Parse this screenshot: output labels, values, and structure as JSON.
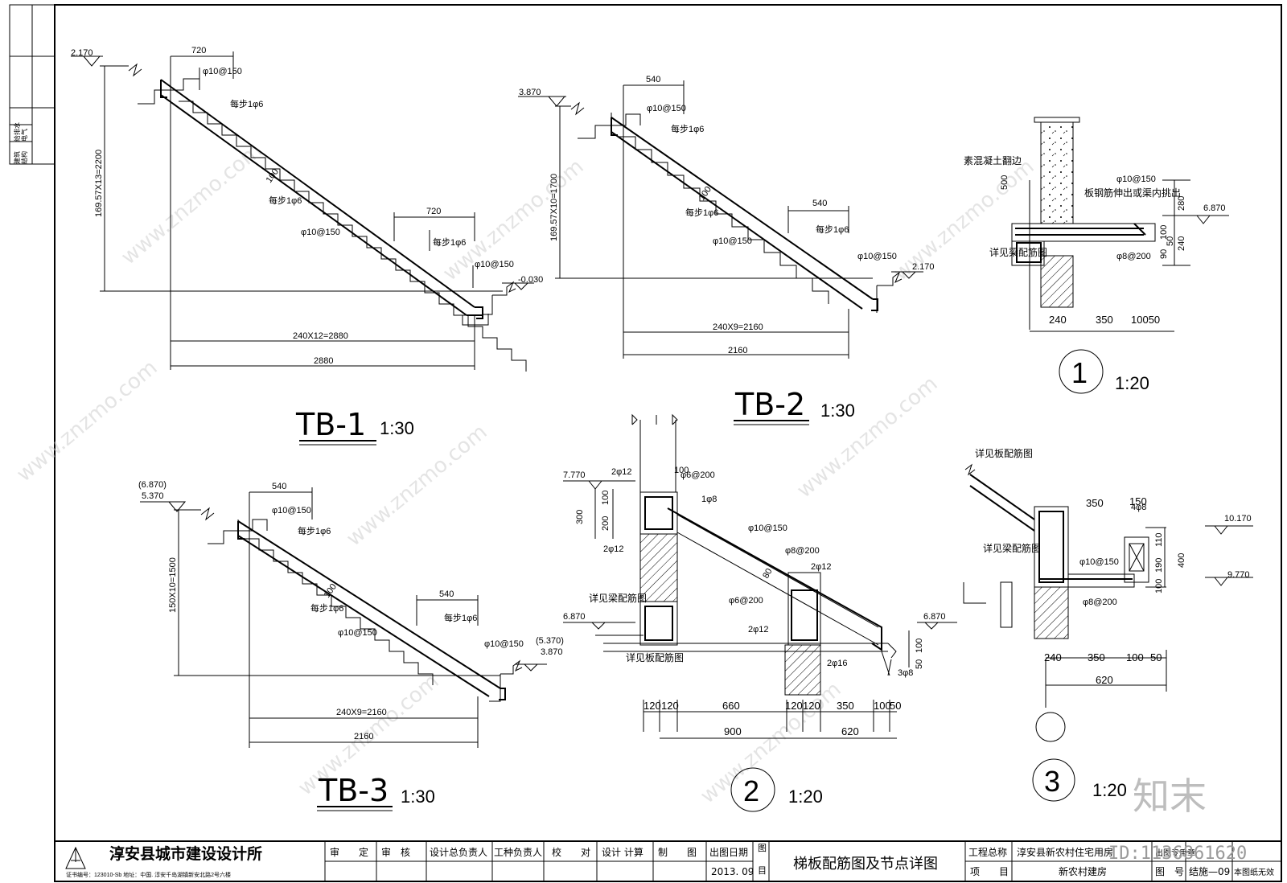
{
  "sidebar": {
    "cells": [
      "建筑",
      "结构",
      "给排水",
      "电气"
    ]
  },
  "tb1": {
    "title": "TB-1",
    "scale": "1:30",
    "top_level": "2.170",
    "bottom_level": "-0.030",
    "dim_top": "720",
    "dim_mid": "720",
    "height_dim": "169.57X13=2200",
    "run_dim": "240X12=2880",
    "total_dim": "2880",
    "bar_top": "φ10@150",
    "bar_mid": "φ10@150",
    "bar_bottom": "φ10@150",
    "dist1": "每步1φ6",
    "dist2": "每步1φ6",
    "dist3": "每步1φ6",
    "thickness": "100"
  },
  "tb2": {
    "title": "TB-2",
    "scale": "1:30",
    "top_level": "3.870",
    "bottom_level": "2.170",
    "dim_top": "540",
    "dim_mid": "540",
    "height_dim": "169.57X10=1700",
    "run_dim": "240X9=2160",
    "total_dim": "2160",
    "bar_top": "φ10@150",
    "bar_mid": "φ10@150",
    "bar_bottom": "φ10@150",
    "dist1": "每步1φ6",
    "dist2": "每步1φ6",
    "dist3": "每步1φ6",
    "thickness": "100"
  },
  "tb3": {
    "title": "TB-3",
    "scale": "1:30",
    "top_level_a": "(6.870)",
    "top_level_b": "5.370",
    "bottom_level_a": "(5.370)",
    "bottom_level_b": "3.870",
    "dim_top": "540",
    "dim_mid": "540",
    "height_dim": "150X10=1500",
    "run_dim": "240X9=2160",
    "total_dim": "2160",
    "bar_top": "φ10@150",
    "bar_mid": "φ10@150",
    "bar_bottom": "φ10@150",
    "dist1": "每步1φ6",
    "dist2": "每步1φ6",
    "dist3": "每步1φ6",
    "thickness": "100"
  },
  "detail1": {
    "num": "1",
    "scale": "1:20",
    "note1": "素混凝土翻边",
    "note2": "板钢筋伸出或渠内挑出",
    "note3": "详见梁配筋图",
    "bar1": "φ10@150",
    "bar2": "φ8@200",
    "level": "6.870",
    "d500": "500",
    "d280": "280",
    "d240": "240",
    "d100": "100",
    "d90": "90",
    "d50": "50",
    "b240": "240",
    "b350": "350",
    "b10050": "10050"
  },
  "detail2": {
    "num": "2",
    "scale": "1:20",
    "level_top": "7.770",
    "level_bot": "6.870",
    "level_right": "6.870",
    "n1": "2φ12",
    "n2": "φ6@200",
    "n3": "1φ8",
    "n4": "2φ12",
    "n5": "φ10@150",
    "n6": "φ8@200",
    "n7": "2φ12",
    "n8": "φ6@200",
    "n9": "2φ12",
    "n10": "2φ16",
    "n11": "3φ8",
    "note_beam": "详见梁配筋图",
    "note_slab": "详见板配筋图",
    "d100": "100",
    "d300": "300",
    "d200": "200",
    "d80": "80",
    "d100b": "100",
    "d50": "50",
    "b1": "120",
    "b2": "120",
    "b3": "660",
    "b4": "120",
    "b5": "120",
    "b6": "350",
    "b7": "100",
    "b8": "50",
    "t900": "900",
    "t620": "620"
  },
  "detail3": {
    "num": "3",
    "scale": "1:20",
    "note_slab": "详见板配筋图",
    "note_beam": "详见梁配筋图",
    "bar1": "φ10@150",
    "bar2": "φ8@200",
    "bar3": "4φ8",
    "level_top": "10.170",
    "level_bot": "9.770",
    "d350": "350",
    "d150": "150",
    "d110": "110",
    "d190": "190",
    "d100": "100",
    "d400": "400",
    "b240": "240",
    "b350": "350",
    "b100": "100",
    "b50": "50",
    "t620": "620"
  },
  "watermark": {
    "site": "www.znzmo.com",
    "brand": "知末",
    "id": "ID:1136861620"
  },
  "title_block": {
    "company": "淳安县城市建设设计所",
    "license": "证书编号：123010-Sb   地址：中国. 淳安千岛湖镇新安北路2号六楼",
    "h_shending": "审　　定",
    "h_shenhe": "审　核",
    "h_zongfuze": "设计总负责人",
    "h_gongzhong": "工种负责人",
    "h_jiaodui": "校　　对",
    "h_sheji": "设计 计算",
    "h_zhitu": "制　　图",
    "h_date": "出图日期",
    "date": "2013. 09",
    "h_tumu": "图　目",
    "drawing_title": "梯板配筋图及节点详图",
    "h_project": "工程总称",
    "project": "淳安县新农村住宅用房",
    "h_item": "项　　目",
    "item": "新农村建房",
    "h_seal": "出图专用章",
    "h_drawno": "图　号",
    "drawno": "结施—09",
    "invalid": "本图纸无效"
  }
}
